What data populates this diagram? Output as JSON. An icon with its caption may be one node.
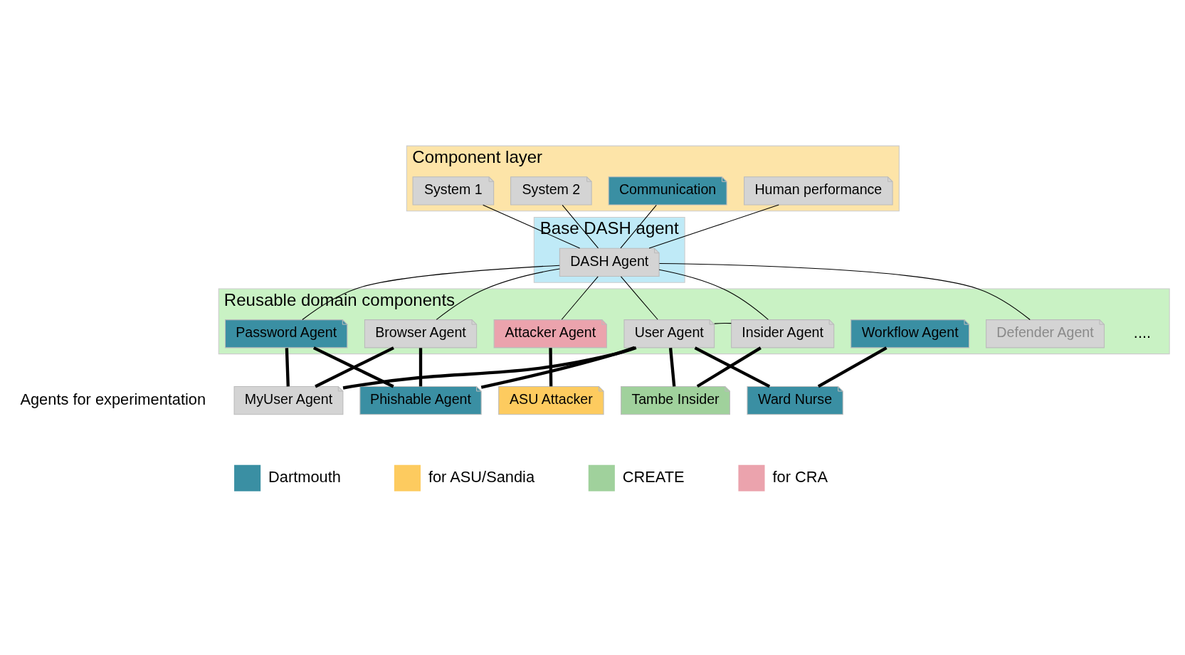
{
  "diagram": {
    "nodes": [
      {
        "text": [
          "Component layer"
        ]
      },
      {
        "text": [
          "System 1"
        ],
        "in": 0
      },
      {
        "text": [
          "System 2"
        ],
        "in": 0
      },
      {
        "text": [
          "Communication"
        ],
        "in": 0
      },
      {
        "text": [
          "Human performance"
        ],
        "in": 0
      },
      {
        "text": [
          "Base DASH agent"
        ]
      },
      {
        "text": [
          "DASH Agent"
        ],
        "in": 5
      },
      {
        "text": [
          "Reusable domain components"
        ]
      },
      {
        "text": [
          "Password Agent"
        ],
        "in": 7
      },
      {
        "text": [
          "Browser Agent"
        ],
        "in": 7
      },
      {
        "text": [
          "Attacker Agent"
        ],
        "in": 7
      },
      {
        "text": [
          "User Agent"
        ],
        "in": 7
      },
      {
        "text": [
          "Insider Agent"
        ],
        "in": 7
      },
      {
        "text": [
          "Workflow Agent"
        ],
        "in": 7
      },
      {
        "text": [
          "Defender Agent"
        ],
        "in": 7
      },
      {
        "text": [
          "MyUser Agent"
        ]
      },
      {
        "text": [
          "Phishable Agent"
        ]
      },
      {
        "text": [
          "ASU Attacker"
        ]
      },
      {
        "text": [
          "Tambe Insider"
        ]
      },
      {
        "text": [
          "Ward Nurse"
        ]
      }
    ],
    "edges": [
      {
        "from": 1,
        "to": 6,
        "arrow": "none"
      },
      {
        "from": 2,
        "to": 6,
        "arrow": "none"
      },
      {
        "from": 3,
        "to": 6,
        "arrow": "none"
      },
      {
        "from": 4,
        "to": 6,
        "arrow": "none"
      },
      {
        "from": 6,
        "to": 8,
        "arrow": "none"
      },
      {
        "from": 6,
        "to": 9,
        "arrow": "none"
      },
      {
        "from": 6,
        "to": 10,
        "arrow": "none"
      },
      {
        "from": 6,
        "to": 11,
        "arrow": "none"
      },
      {
        "from": 6,
        "to": 12,
        "arrow": "none"
      },
      {
        "from": 6,
        "to": 14,
        "arrow": "none"
      },
      {
        "from": 11,
        "to": 12,
        "arrow": "none"
      },
      {
        "from": 8,
        "to": 15,
        "arrow": "none",
        "style": "thick"
      },
      {
        "from": 8,
        "to": 16,
        "arrow": "none",
        "style": "thick"
      },
      {
        "from": 9,
        "to": 15,
        "arrow": "none",
        "style": "thick"
      },
      {
        "from": 9,
        "to": 16,
        "arrow": "none",
        "style": "thick"
      },
      {
        "from": 11,
        "to": 15,
        "arrow": "none",
        "style": "thick"
      },
      {
        "from": 11,
        "to": 16,
        "arrow": "none",
        "style": "thick"
      },
      {
        "from": 10,
        "to": 17,
        "arrow": "none",
        "style": "thick"
      },
      {
        "from": 11,
        "to": 18,
        "arrow": "none",
        "style": "thick"
      },
      {
        "from": 12,
        "to": 18,
        "arrow": "none",
        "style": "thick"
      },
      {
        "from": 11,
        "to": 19,
        "arrow": "none",
        "style": "thick"
      },
      {
        "from": 13,
        "to": 19,
        "arrow": "none",
        "style": "thick"
      }
    ],
    "labels": [
      "....",
      "Agents for experimentation"
    ],
    "legend": [
      {
        "text": "Dartmouth",
        "color": "#3a8fa3"
      },
      {
        "text": "for ASU/Sandia",
        "color": "#fdcb5f"
      },
      {
        "text": "CREATE",
        "color": "#a0d19c"
      },
      {
        "text": "for CRA",
        "color": "#eba3ad"
      }
    ]
  }
}
